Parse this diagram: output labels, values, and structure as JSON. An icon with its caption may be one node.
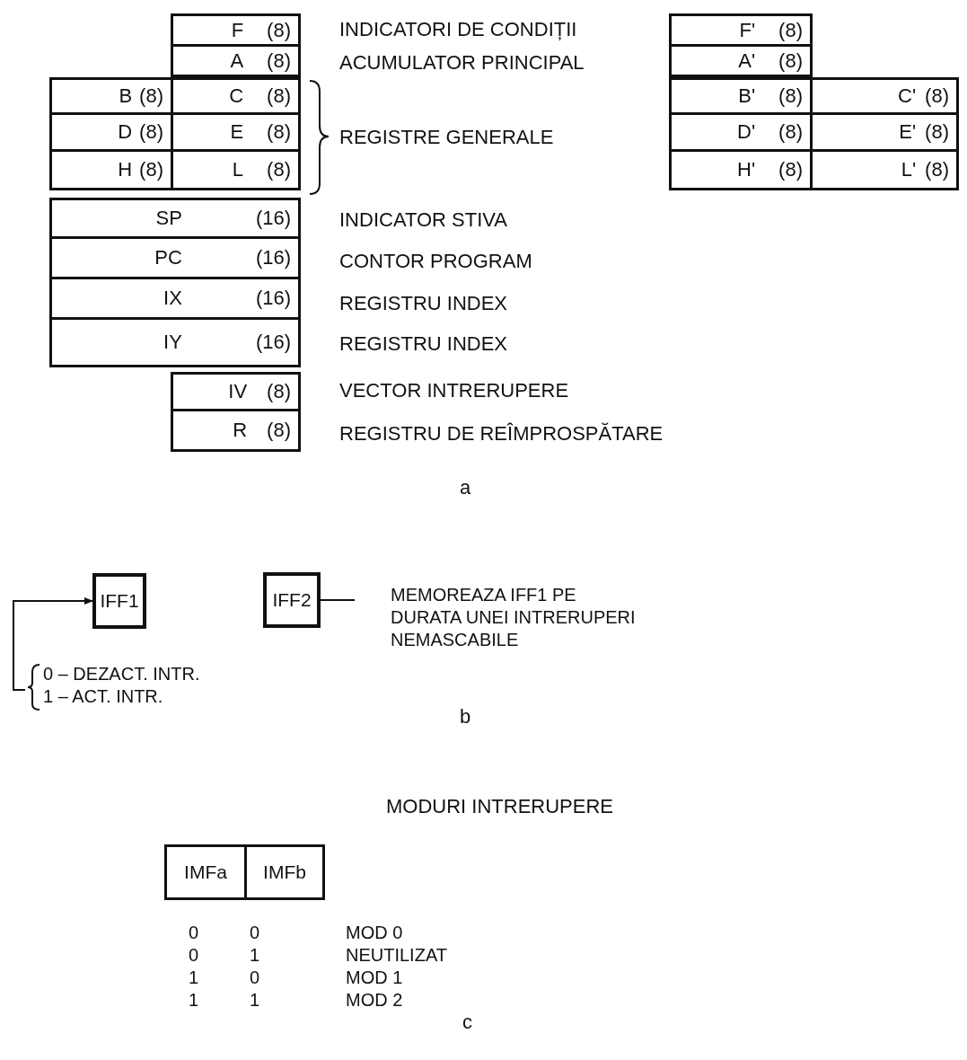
{
  "diagram": {
    "nodes": [
      {
        "text": [
          "F",
          "(8)"
        ]
      },
      {
        "text": [
          "A",
          "(8)"
        ]
      },
      {
        "text": [
          "B",
          "(8)"
        ]
      },
      {
        "text": [
          "C",
          "(8)"
        ]
      },
      {
        "text": [
          "D",
          "(8)"
        ]
      },
      {
        "text": [
          "E",
          "(8)"
        ]
      },
      {
        "text": [
          "H",
          "(8)"
        ]
      },
      {
        "text": [
          "L",
          "(8)"
        ]
      },
      {
        "text": [
          "SP",
          "(16)"
        ]
      },
      {
        "text": [
          "PC",
          "(16)"
        ]
      },
      {
        "text": [
          "IX",
          "(16)"
        ]
      },
      {
        "text": [
          "IY",
          "(16)"
        ]
      },
      {
        "text": [
          "IV",
          "(8)"
        ]
      },
      {
        "text": [
          "R",
          "(8)"
        ]
      },
      {
        "text": [
          "F'",
          "(8)"
        ]
      },
      {
        "text": [
          "A'",
          "(8)"
        ]
      },
      {
        "text": [
          "B'",
          "(8)"
        ]
      },
      {
        "text": [
          "C'",
          "(8)"
        ]
      },
      {
        "text": [
          "D'",
          "(8)"
        ]
      },
      {
        "text": [
          "E'",
          "(8)"
        ]
      },
      {
        "text": [
          "H'",
          "(8)"
        ]
      },
      {
        "text": [
          "L'",
          "(8)"
        ]
      },
      {
        "text": [
          "IFF1"
        ]
      },
      {
        "text": [
          "IFF2"
        ]
      },
      {
        "text": [
          "MEMOREAZA IFF1 PE DURATA UNEI INTRERUPERI NEMASCABILE"
        ]
      },
      {
        "text": [
          "0 – DEZACT. INTR.",
          "1 – ACT. INTR."
        ]
      },
      {
        "text": [
          "IMFa"
        ]
      },
      {
        "text": [
          "IMFb"
        ]
      }
    ],
    "edges": [
      {
        "from": 25,
        "to": 22,
        "arrow": "to"
      },
      {
        "from": 24,
        "to": 23,
        "arrow": "none"
      }
    ],
    "labels": [
      "INDICATORI DE CONDIȚII",
      "ACUMULATOR PRINCIPAL",
      "REGISTRE GENERALE",
      "INDICATOR STIVA",
      "CONTOR PROGRAM",
      "REGISTRU INDEX",
      "REGISTRU INDEX",
      "VECTOR INTRERUPERE",
      "REGISTRU DE REÎMPROSPĂTARE",
      "a",
      "b",
      "MODURI INTRERUPERE",
      "0",
      "0",
      "MOD 0",
      "0",
      "1",
      "NEUTILIZAT",
      "1",
      "0",
      "MOD 1",
      "1",
      "1",
      "MOD 2",
      "c"
    ]
  }
}
